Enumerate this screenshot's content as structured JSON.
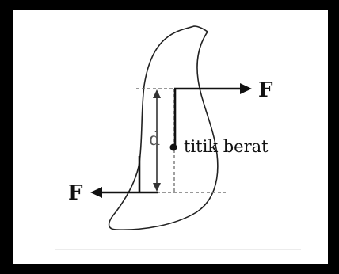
{
  "diagram": {
    "force_label_right": "F",
    "force_label_left": "F",
    "distance_label": "d",
    "center_of_gravity_label": "titik berat"
  },
  "colors": {
    "frame": "#000000",
    "panel": "#ffffff",
    "ink": "#111111",
    "dashed_line": "#777777"
  }
}
